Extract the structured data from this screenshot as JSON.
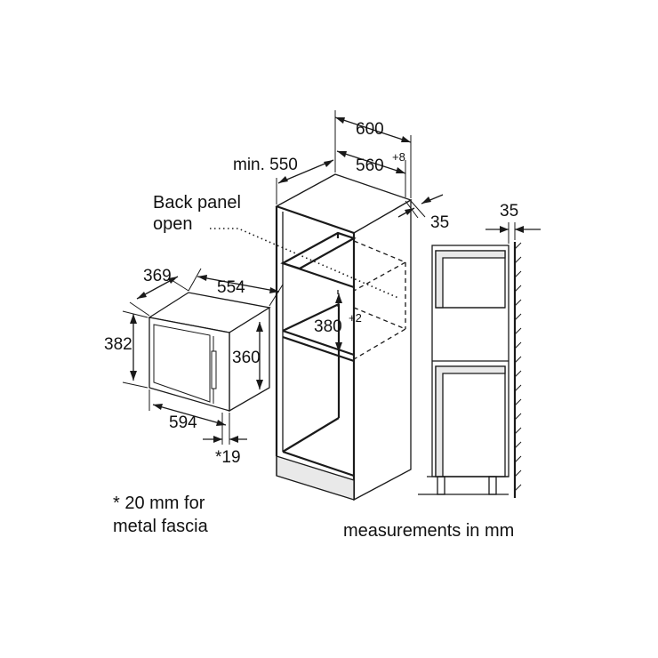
{
  "dimensions": {
    "cabinet_width": "600",
    "cabinet_min_depth": "min. 550",
    "niche_width": "560",
    "niche_width_tolerance": "+8",
    "back_gap": "35",
    "side_gap": "35",
    "niche_height": "380",
    "niche_height_tolerance": "+2",
    "appliance_depth": "369",
    "appliance_width_top": "554",
    "appliance_height": "382",
    "appliance_inner_height": "360",
    "appliance_front_width": "594",
    "fascia_depth": "*19"
  },
  "labels": {
    "back_panel_line1": "Back panel",
    "back_panel_line2": "open",
    "footnote_line1": "* 20 mm for",
    "footnote_line2": "metal fascia",
    "units_note": "measurements in mm"
  }
}
